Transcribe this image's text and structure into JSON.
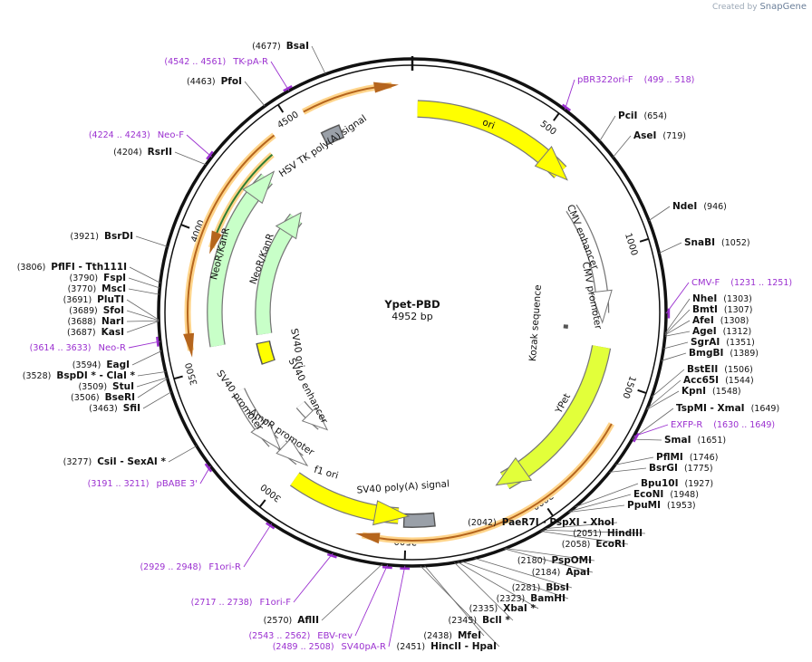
{
  "brand": {
    "created_by": "Created by",
    "name": "SnapGene"
  },
  "plasmid": {
    "name": "Ypet-PBD",
    "length_label": "4952 bp",
    "length": 4952
  },
  "colors": {
    "primer": "#9b30d0",
    "backbone": "#111111",
    "yellow": "#ffff00",
    "ypet": "#e2ff3a",
    "green": "#c8ffc8",
    "orange": "#ffe6b0",
    "gray": "#9aa0a8"
  },
  "ticks": [
    "500",
    "1000",
    "1500",
    "2000",
    "2500",
    "3000",
    "3500",
    "4000",
    "4500"
  ],
  "enzymes": [
    {
      "name": "BsaI",
      "pos": "(4677)"
    },
    {
      "name": "PfoI",
      "pos": "(4463)"
    },
    {
      "name": "RsrII",
      "pos": "(4204)"
    },
    {
      "name": "BsrDI",
      "pos": "(3921)"
    },
    {
      "name": "PflFI - Tth111I",
      "pos": "(3806)"
    },
    {
      "name": "FspI",
      "pos": "(3790)"
    },
    {
      "name": "MscI",
      "pos": "(3770)"
    },
    {
      "name": "PluTI",
      "pos": "(3691)"
    },
    {
      "name": "SfoI",
      "pos": "(3689)"
    },
    {
      "name": "NarI",
      "pos": "(3688)"
    },
    {
      "name": "KasI",
      "pos": "(3687)"
    },
    {
      "name": "EagI",
      "pos": "(3594)"
    },
    {
      "name": "BspDI * - ClaI *",
      "pos": "(3528)"
    },
    {
      "name": "StuI",
      "pos": "(3509)"
    },
    {
      "name": "BseRI",
      "pos": "(3506)"
    },
    {
      "name": "SfiI",
      "pos": "(3463)"
    },
    {
      "name": "CsiI - SexAI *",
      "pos": "(3277)"
    },
    {
      "name": "PciI",
      "pos": "(654)"
    },
    {
      "name": "AseI",
      "pos": "(719)"
    },
    {
      "name": "NdeI",
      "pos": "(946)"
    },
    {
      "name": "SnaBI",
      "pos": "(1052)"
    },
    {
      "name": "NheI",
      "pos": "(1303)"
    },
    {
      "name": "BmtI",
      "pos": "(1307)"
    },
    {
      "name": "AfeI",
      "pos": "(1308)"
    },
    {
      "name": "AgeI",
      "pos": "(1312)"
    },
    {
      "name": "SgrAI",
      "pos": "(1351)"
    },
    {
      "name": "BmgBI",
      "pos": "(1389)"
    },
    {
      "name": "BstEII",
      "pos": "(1506)"
    },
    {
      "name": "Acc65I",
      "pos": "(1544)"
    },
    {
      "name": "KpnI",
      "pos": "(1548)"
    },
    {
      "name": "TspMI - XmaI",
      "pos": "(1649)"
    },
    {
      "name": "SmaI",
      "pos": "(1651)"
    },
    {
      "name": "PflMI",
      "pos": "(1746)"
    },
    {
      "name": "BsrGI",
      "pos": "(1775)"
    },
    {
      "name": "Bpu10I",
      "pos": "(1927)"
    },
    {
      "name": "EcoNI",
      "pos": "(1948)"
    },
    {
      "name": "PpuMI",
      "pos": "(1953)"
    },
    {
      "name": "PaeR7I - PspXI - XhoI",
      "pos": "(2042)"
    },
    {
      "name": "HindIII",
      "pos": "(2051)"
    },
    {
      "name": "EcoRI",
      "pos": "(2058)"
    },
    {
      "name": "PspOMI",
      "pos": "(2180)"
    },
    {
      "name": "ApaI",
      "pos": "(2184)"
    },
    {
      "name": "BbsI",
      "pos": "(2281)"
    },
    {
      "name": "BamHI",
      "pos": "(2323)"
    },
    {
      "name": "XbaI *",
      "pos": "(2335)"
    },
    {
      "name": "BclI *",
      "pos": "(2345)"
    },
    {
      "name": "MfeI",
      "pos": "(2438)"
    },
    {
      "name": "HincII - HpaI",
      "pos": "(2451)"
    },
    {
      "name": "AflII",
      "pos": "(2570)"
    }
  ],
  "primers": [
    {
      "name": "TK-pA-R",
      "range": "(4542 .. 4561)"
    },
    {
      "name": "Neo-F",
      "range": "(4224 .. 4243)"
    },
    {
      "name": "Neo-R",
      "range": "(3614 .. 3633)"
    },
    {
      "name": "pBABE 3'",
      "range": "(3191 .. 3211)"
    },
    {
      "name": "F1ori-R",
      "range": "(2929 .. 2948)"
    },
    {
      "name": "F1ori-F",
      "range": "(2717 .. 2738)"
    },
    {
      "name": "EBV-rev",
      "range": "(2543 .. 2562)"
    },
    {
      "name": "SV40pA-R",
      "range": "(2489 .. 2508)"
    },
    {
      "name": "pBR322ori-F",
      "range": "(499 .. 518)"
    },
    {
      "name": "CMV-F",
      "range": "(1231 .. 1251)"
    },
    {
      "name": "EXFP-R",
      "range": "(1630 .. 1649)"
    }
  ],
  "features": [
    {
      "label": "ori"
    },
    {
      "label": "CMV enhancer"
    },
    {
      "label": "CMV promoter"
    },
    {
      "label": "Kozak sequence"
    },
    {
      "label": "YPet"
    },
    {
      "label": "SV40 poly(A) signal"
    },
    {
      "label": "f1 ori"
    },
    {
      "label": "AmpR promoter"
    },
    {
      "label": "SV40 promoter"
    },
    {
      "label": "SV40 ori"
    },
    {
      "label": "SV40 enhancer"
    },
    {
      "label": "NeoR/KanR"
    },
    {
      "label": "NeoR/KanR"
    },
    {
      "label": "HSV TK poly(A) signal"
    }
  ]
}
